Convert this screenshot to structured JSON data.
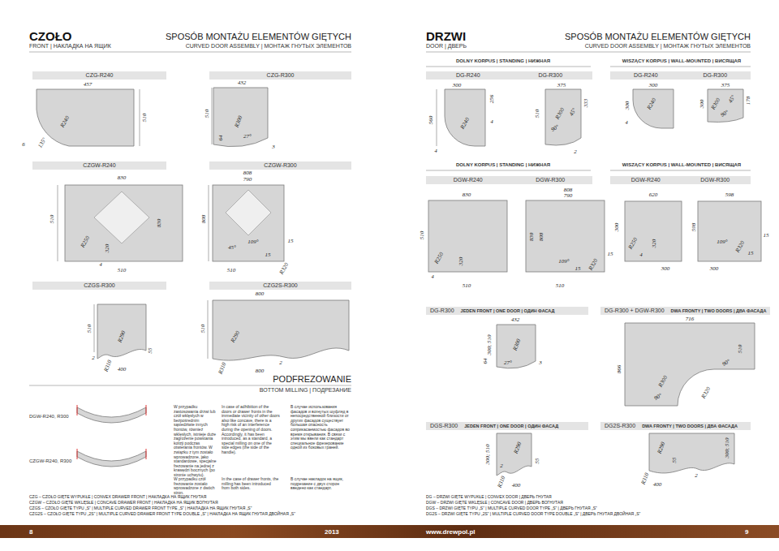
{
  "diagram": {
    "nodes": [
      {
        "text": [
          "CZG-R240"
        ]
      },
      {
        "text": [
          "CZG-R300"
        ]
      },
      {
        "text": [
          "CZGW-R240"
        ]
      },
      {
        "text": [
          "CZGW-R300"
        ]
      },
      {
        "text": [
          "CZGS-R300"
        ]
      },
      {
        "text": [
          "CZG2S-R300"
        ]
      },
      {
        "text": [
          "DG-R240",
          "DG-R300"
        ]
      },
      {
        "text": [
          "DG-R240",
          "DG-R300"
        ]
      },
      {
        "text": [
          "DGW-R240",
          "DGW-R300"
        ]
      },
      {
        "text": [
          "DGW-R240",
          "DGW-R300"
        ]
      },
      {
        "text": [
          "DG-R300",
          "JEDEN FRONT | ONE DOOR | ОДИН ФАСАД"
        ]
      },
      {
        "text": [
          "DG-R300 + DGW-R300",
          "DWA FRONTY | TWO DOORS | ДВА ФАСАДА"
        ]
      },
      {
        "text": [
          "DGS-R300",
          "JEDEN FRONT | ONE DOOR | ОДИН ФАСАД"
        ]
      },
      {
        "text": [
          "DG2S-R300",
          "DWA FRONTY | TWO DOORS | ДВА ФАСАДА"
        ]
      },
      {
        "text": [
          "8",
          "2013",
          "www.drewpol.pl",
          "9"
        ]
      }
    ],
    "labels": [
      "CZOŁO",
      "FRONT | НАКЛАДКА НА ЯЩИК",
      "SPOSÓB MONTAŻU ELEMENTÓW GIĘTYCH",
      "CURVED DOOR ASSEMBLY | МОНТАЖ ГНУТЫХ ЭЛЕМЕНТОВ",
      "DRZWI",
      "DOOR | ДВЕРЬ",
      "SPOSÓB MONTAŻU ELEMENTÓW GIĘTYCH",
      "CURVED DOOR ASSEMBLY | МОНТАЖ ГНУТЫХ ЭЛЕМЕНТОВ",
      "457",
      "510",
      "R240",
      "135°",
      "6",
      "432",
      "510",
      "64",
      "R300",
      "27°",
      "3",
      "830",
      "510",
      "830",
      "R250",
      "320",
      "4",
      "510",
      "808",
      "790",
      "808",
      "45°",
      "109°",
      "15",
      "15",
      "R320",
      "510",
      "510",
      "R290",
      "2",
      "55",
      "R310",
      "400",
      "800",
      "510",
      "R290",
      "2",
      "R310",
      "800",
      "PODFREZOWANIE",
      "BOTTOM MILLING | ПОДРЕЗАНИЕ",
      "DGW-R240, R300",
      "CZGW-R240, R300",
      "W przypadku zastosowania drzwi lub czół wklęsłych w bezpośrednim sąsiedztwie innych frontów, również wklęsłych, istnieje duże zagrożenie powstania kolizji podczas otwierania frontów. W związku z tym zostało wprowadzone, jako standardowe, specjalne frezowanie na jednej z krawędzi bocznych (po stronie uchwytu).",
      "In case of adhibition of the doors or drawer fronts in the immediate vicinity of other doors also like concave, there is a high risk of an interference during the opening of doors. Accordingly, it has been introduced, as a standard, a special milling on one of the side edges (the side of the handle).",
      "В случае использования фасадов и вогнутых шуфляд в непосредственной близости от других фасадов существует большая опасность соприкасаемостью фасадов во время открывания. В связи с этим мы ввели как стандарт специальное фрезерование одной из боковых граней.",
      "W przypadku czół frezowanie zostało wprowadzone z dwóch stron.",
      "In the case of drawer fronts, the milling has been introduced from both sides.",
      "В случае накладок на ящик, подрезание с двух сторон введено как стандарт.",
      "CZG – CZOŁO GIĘTE WYPUKŁE | CONVEX DRAWER FRONT | НАКЛАДКА НА ЯЩИК ГНУТАЯ",
      "CZGW – CZOŁO GIĘTE WKLĘSŁE | CONCAVE DRAWER FRONT | НАКЛАДКА НА ЯЩИК ВОГНУТАЯ",
      "CZGS – CZOŁO GIĘTE TYPU „S” | MULTIPLE CURVED DRAWER FRONT TYPE „S” | НАКЛАДКА НА ЯЩИК ГНУТАЯ „S”",
      "CZG2S – CZOŁO GIĘTE TYPU „2S” | MULTIPLE CURVED DRAWER FRONT TYPE DOUBLE „S” | НАКЛАДКА НА ЯЩИК ГНУТАЯ ДВОЙНАЯ „S”",
      "DG – DRZWI GIĘTE WYPUKŁE | CONVEX DOOR | ДВЕРЬ ГНУТАЯ",
      "DGW – DRZWI GIĘTE WKLĘSŁE | CONCAVE DOOR | ДВЕРЬ ВОГНУТАЯ",
      "DGS – DRZWI GIĘTE TYPU „S” | MULTIPLE CURVED DOOR TYPE „S” | ДВЕРЬ ГНУТАЯ „S”",
      "DG2S – DRZWI GIĘTE TYPU „2S” | MULTIPLE CURVED DOOR TYPE DOUBLE „S” | ДВЕРЬ ГНУТАЯ ДВОЙНАЯ „S”",
      "DOLNY KORPUS | STANDING | НИЖНАЯ",
      "WISZĄCY KORPUS | WALL-MOUNTED | ВИСЯЩАЯ",
      "300",
      "560",
      "R240",
      "256",
      "4",
      "4",
      "375",
      "510",
      "R300",
      "45°",
      "90°",
      "333",
      "2",
      "300",
      "300",
      "R240",
      "4",
      "375",
      "300",
      "R300",
      "45°",
      "90°",
      "178",
      "DOLNY KORPUS | STANDING | НИЖНАЯ",
      "WISZĄCY KORPUS | WALL-MOUNTED | ВИСЯЩАЯ",
      "830",
      "510",
      "R250",
      "320",
      "4",
      "510",
      "808",
      "790",
      "830",
      "808",
      "109°",
      "15",
      "15",
      "R320",
      "510",
      "620",
      "300",
      "R250",
      "320",
      "4",
      "300",
      "598",
      "598",
      "109°",
      "15",
      "R320",
      "15",
      "300",
      "432",
      "300; 510",
      "64",
      "R300",
      "27°",
      "3",
      "716",
      "866",
      "510",
      "90°",
      "R300",
      "90°",
      "R320",
      "300; 510",
      "R290",
      "2",
      "55",
      "R310",
      "400",
      "R290",
      "300; 510",
      "55",
      "2",
      "R310",
      "400"
    ]
  }
}
